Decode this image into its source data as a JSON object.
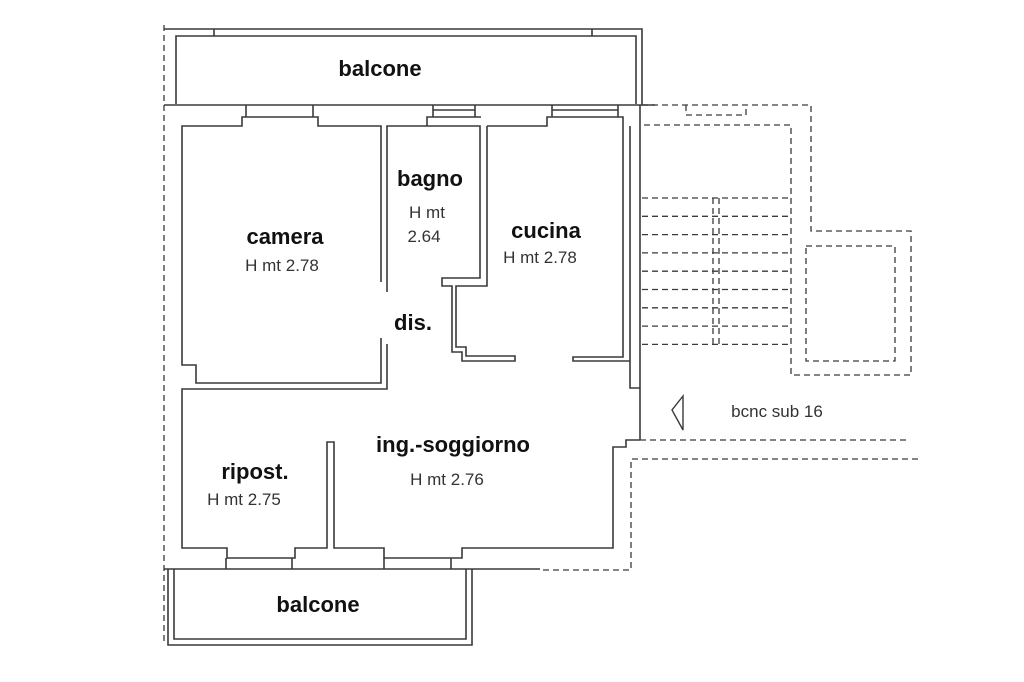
{
  "title": "Floor plan",
  "rooms": {
    "balcony_top": {
      "name": "balcone"
    },
    "bagno": {
      "name": "bagno",
      "height_line1": "H mt",
      "height_line2": "2.64"
    },
    "camera": {
      "name": "camera",
      "height": "H mt 2.78"
    },
    "cucina": {
      "name": "cucina",
      "height": "H mt 2.78"
    },
    "dis": {
      "name": "dis."
    },
    "soggiorno": {
      "name": "ing.-soggiorno",
      "height": "H mt 2.76"
    },
    "ripost": {
      "name": "ripost.",
      "height": "H mt 2.75"
    },
    "balcony_bottom": {
      "name": "balcone"
    }
  },
  "annotations": {
    "bcnc": "bcnc sub 16"
  },
  "colors": {
    "line": "#3a3a3a",
    "background": "#ffffff"
  }
}
